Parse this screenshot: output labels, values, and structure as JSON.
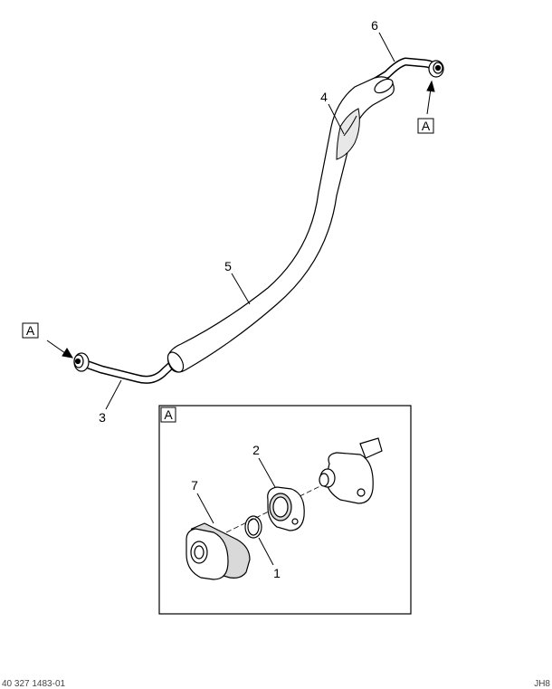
{
  "callouts": {
    "c1": "1",
    "c2": "2",
    "c3": "3",
    "c4": "4",
    "c5": "5",
    "c6": "6",
    "c7": "7"
  },
  "view_refs": {
    "top": "A",
    "left": "A",
    "detail": "A"
  },
  "footer": {
    "left": "40 327 1483-01",
    "right": "JH8"
  },
  "colors": {
    "line": "#000000",
    "fill": "#ffffff",
    "shade": "#d9d9d9"
  }
}
